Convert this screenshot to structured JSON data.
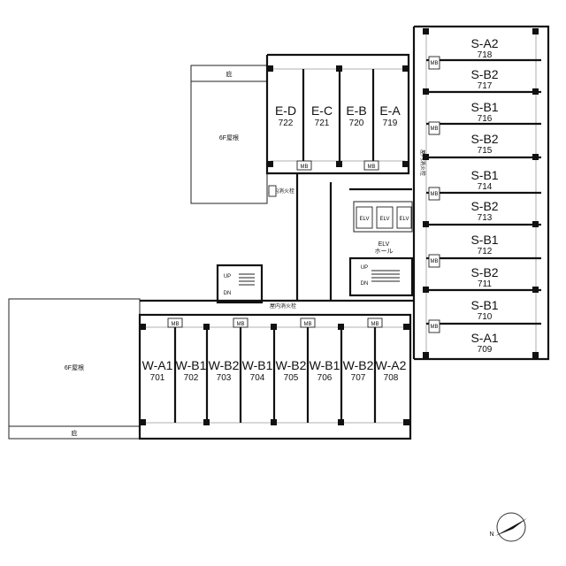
{
  "units": {
    "east": [
      {
        "type": "S-A2",
        "number": "718"
      },
      {
        "type": "S-B2",
        "number": "717"
      },
      {
        "type": "S-B1",
        "number": "716"
      },
      {
        "type": "S-B2",
        "number": "715"
      },
      {
        "type": "S-B1",
        "number": "714"
      },
      {
        "type": "S-B2",
        "number": "713"
      },
      {
        "type": "S-B1",
        "number": "712"
      },
      {
        "type": "S-B2",
        "number": "711"
      },
      {
        "type": "S-B1",
        "number": "710"
      },
      {
        "type": "S-A1",
        "number": "709"
      }
    ],
    "north": [
      {
        "type": "E-D",
        "number": "722"
      },
      {
        "type": "E-C",
        "number": "721"
      },
      {
        "type": "E-B",
        "number": "720"
      },
      {
        "type": "E-A",
        "number": "719"
      }
    ],
    "south": [
      {
        "type": "W-A1",
        "number": "701"
      },
      {
        "type": "W-B1",
        "number": "702"
      },
      {
        "type": "W-B2",
        "number": "703"
      },
      {
        "type": "W-B1",
        "number": "704"
      },
      {
        "type": "W-B2",
        "number": "705"
      },
      {
        "type": "W-B1",
        "number": "706"
      },
      {
        "type": "W-B2",
        "number": "707"
      },
      {
        "type": "W-A2",
        "number": "708"
      }
    ]
  },
  "labels": {
    "roof_top": "6F屋根",
    "roof_left": "6F屋根",
    "eave_top": "庇",
    "eave_bottom": "庇",
    "hydrant_1": "屋内消火栓",
    "hydrant_2": "屋内消火栓",
    "hydrant_3": "屋内消火栓",
    "elv_hall_1": "ELV",
    "elv_hall_2": "ホール",
    "elv": "ELV",
    "mb": "MB",
    "up": "UP",
    "dn": "DN",
    "north": "N"
  }
}
